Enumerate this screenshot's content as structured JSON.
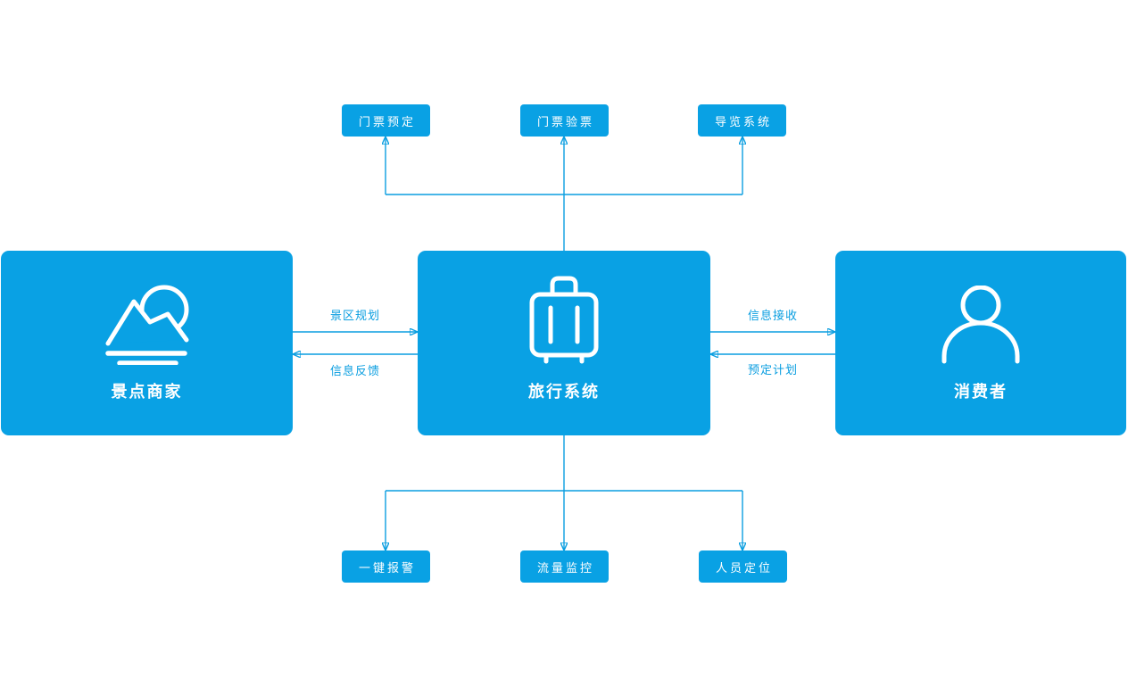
{
  "colors": {
    "node_fill": "#09A1E4",
    "line": "#0A9EE0",
    "node_text": "#FFFFFF",
    "background": "#FFFFFF"
  },
  "nodes": {
    "main": [
      {
        "label": "景点商家",
        "icon": "mountain-scenery-icon"
      },
      {
        "label": "旅行系统",
        "icon": "suitcase-icon"
      },
      {
        "label": "消费者",
        "icon": "person-icon"
      }
    ],
    "top": [
      {
        "label": "门票预定"
      },
      {
        "label": "门票验票"
      },
      {
        "label": "导览系统"
      }
    ],
    "bottom": [
      {
        "label": "一键报警"
      },
      {
        "label": "流量监控"
      },
      {
        "label": "人员定位"
      }
    ]
  },
  "edges": {
    "merchant_to_system": {
      "label": "景区规划",
      "direction": "right"
    },
    "system_to_merchant": {
      "label": "信息反馈",
      "direction": "left"
    },
    "system_to_consumer": {
      "label": "信息接收",
      "direction": "right"
    },
    "consumer_to_system": {
      "label": "预定计划",
      "direction": "left"
    }
  }
}
